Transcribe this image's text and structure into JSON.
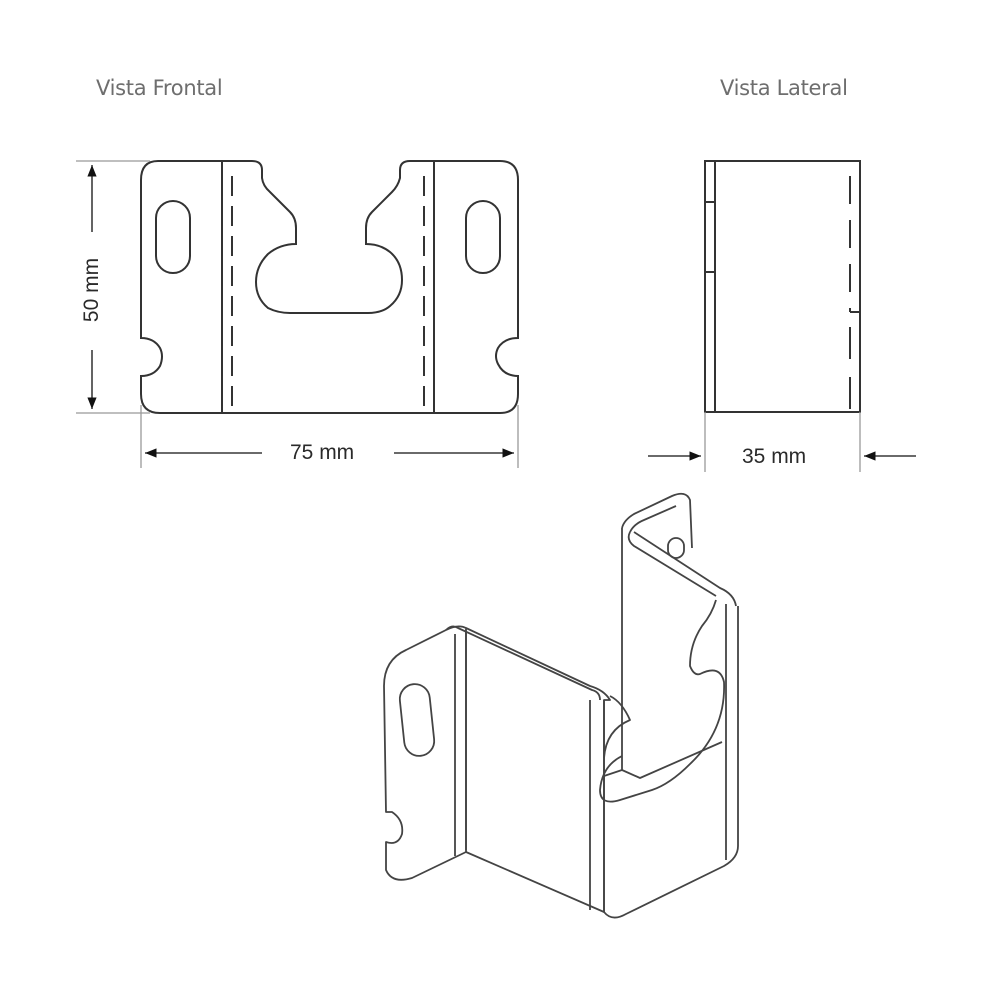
{
  "views": {
    "front": {
      "title": "Vista Frontal"
    },
    "side": {
      "title": "Vista Lateral"
    },
    "isometric": {
      "title": ""
    }
  },
  "dimensions": {
    "height": "50 mm",
    "width": "75 mm",
    "depth": "35 mm"
  },
  "colors": {
    "line": "#333333",
    "label": "#6e6e6e",
    "dimension_line": "#999999"
  }
}
